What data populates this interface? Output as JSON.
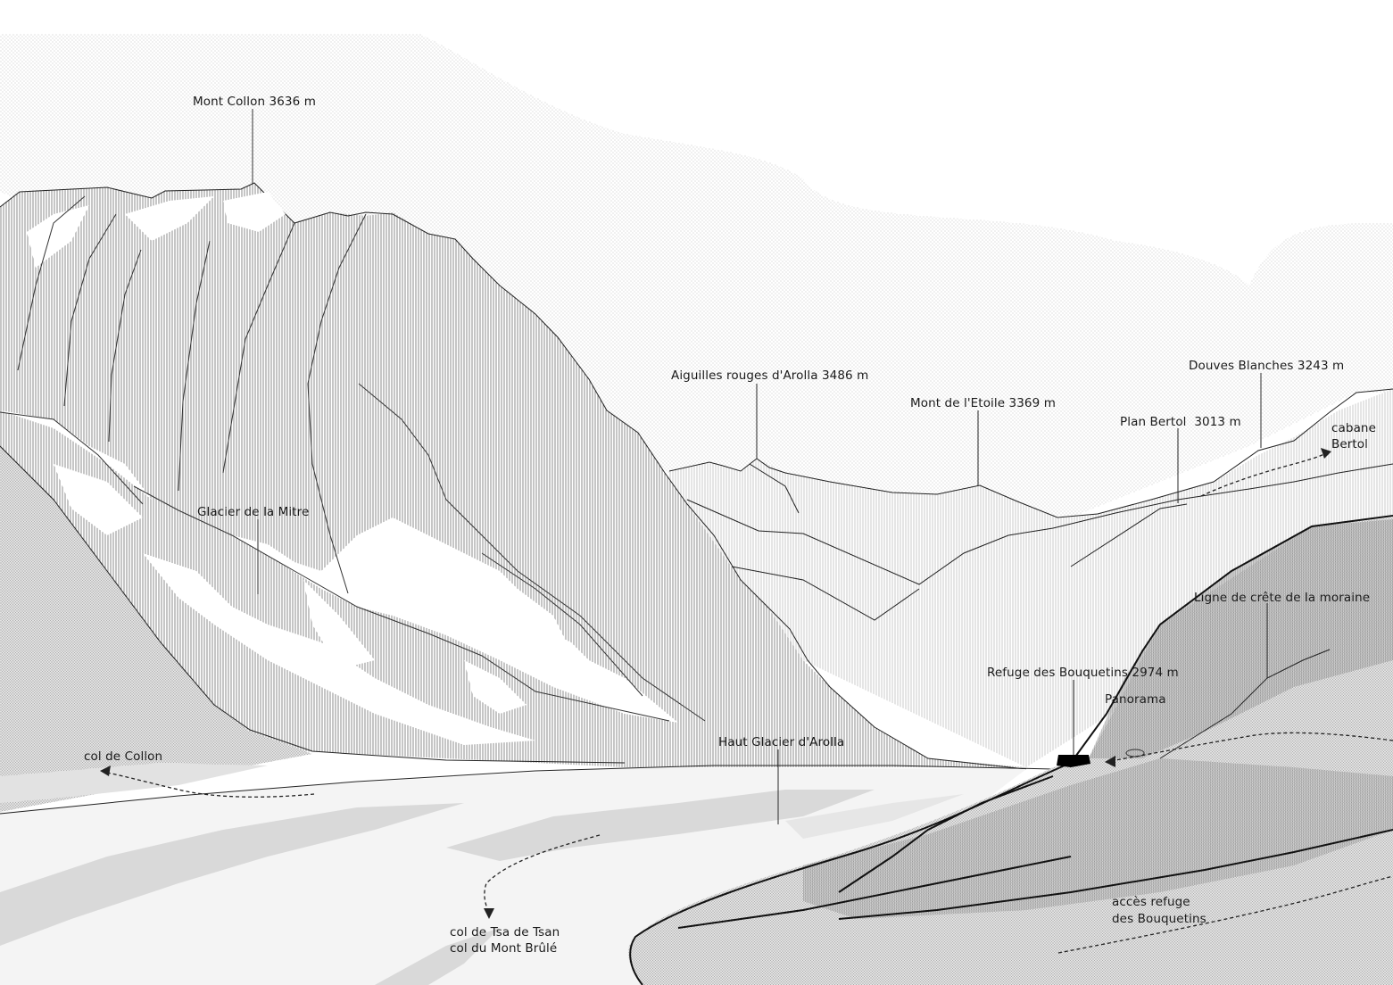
{
  "labels": {
    "mont_collon": "Mont Collon 3636 m",
    "aiguilles_rouges": "Aiguilles rouges d'Arolla 3486 m",
    "mont_etoile": "Mont de l'Etoile 3369 m",
    "douves_blanches": "Douves Blanches 3243 m",
    "plan_bertol": "Plan Bertol  3013 m",
    "cabane_bertol_line1": "cabane",
    "cabane_bertol_line2": "Bertol",
    "glacier_mitre": "Glacier de la Mitre",
    "ligne_crete": "Ligne de crête de la moraine",
    "refuge_bouquetins": "Refuge des Bouquetins 2974 m",
    "panorama": "Panorama",
    "haut_glacier": "Haut Glacier d'Arolla",
    "col_collon": "col de Collon",
    "col_tsa_line1": "col de Tsa de Tsan",
    "col_tsa_line2": "col du Mont Brûlé",
    "acces_line1": "accès refuge",
    "acces_line2": "des Bouquetins"
  },
  "colors": {
    "ink": "#1a1a1a",
    "sky_dots": "#bdbdbd",
    "glacier": "#f2f2f2",
    "glacier_shadow": "#d6d6d6",
    "moraine": "#cfcfcf",
    "refuge": "#000000"
  }
}
